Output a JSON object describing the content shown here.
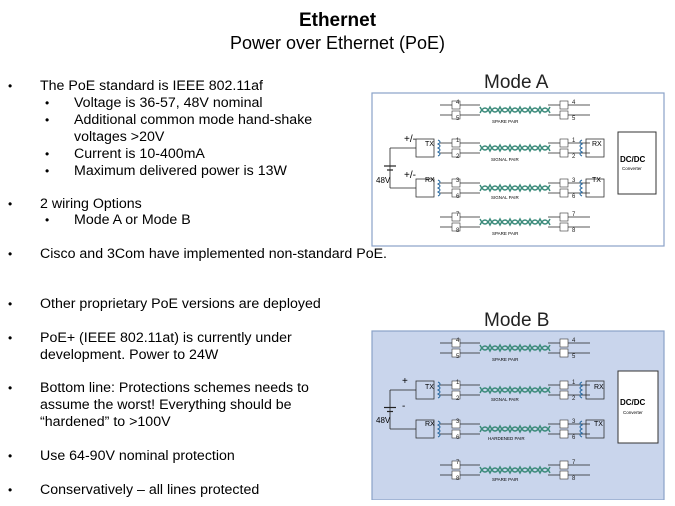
{
  "title": "Ethernet",
  "subtitle": "Power over Ethernet (PoE)",
  "bullets": [
    {
      "text": "The PoE standard is IEEE 802.11af",
      "sub": [
        "Voltage is 36-57, 48V nominal",
        "Additional common mode hand-shake voltages >20V",
        "Current is 10-400mA",
        "Maximum delivered  power is 13W"
      ]
    },
    {
      "text": "2 wiring Options",
      "sub": [
        "Mode A or Mode B"
      ]
    },
    {
      "text": "Cisco and 3Com have implemented  non-standard PoE.",
      "sub": []
    },
    {
      "text": "Other proprietary PoE versions are deployed",
      "sub": []
    },
    {
      "text": "PoE+ (IEEE 802.11at) is currently under development. Power to 24W",
      "sub": []
    },
    {
      "text": "Bottom line:  Protections schemes needs to assume the worst! Everything should be “hardened” to >100V",
      "sub": []
    },
    {
      "text": "Use 64-90V nominal protection",
      "sub": []
    },
    {
      "text": "Conservatively  – all lines protected",
      "sub": []
    }
  ],
  "bullet_glyph": "•",
  "diagrams": {
    "mode_a": {
      "title": "Mode A",
      "source_voltage": "48V",
      "plus_minus_top": "+/-",
      "plus_minus_bottom": "+/-",
      "tx": "TX",
      "rx": "RX",
      "pd_tx": "TX",
      "pd_rx": "RX",
      "converter_title": "DC/DC",
      "converter_sub": "Converter",
      "pairs": [
        "SPARE PAIR",
        "SIGNAL PAIR",
        "SIGNAL PAIR",
        "SPARE PAIR"
      ],
      "pins": [
        "4",
        "5",
        "1",
        "2",
        "3",
        "6",
        "7",
        "8"
      ],
      "background": "#ffffff"
    },
    "mode_b": {
      "title": "Mode B",
      "source_voltage": "48V",
      "plus": "+",
      "minus": "-",
      "tx": "TX",
      "rx": "RX",
      "pd_tx": "TX",
      "pd_rx": "RX",
      "converter_title": "DC/DC",
      "converter_sub": "Converter",
      "pairs": [
        "SPARE PAIR",
        "SIGNAL PAIR",
        "HARDENED PAIR",
        "SPARE PAIR"
      ],
      "pins": [
        "4",
        "5",
        "1",
        "2",
        "3",
        "6",
        "7",
        "8"
      ],
      "background": "#c9d5ec"
    }
  }
}
